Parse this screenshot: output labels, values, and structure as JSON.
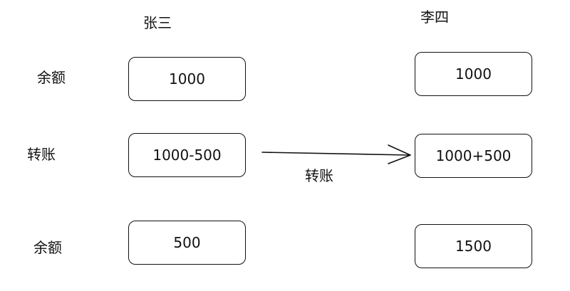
{
  "headers": {
    "left": "张三",
    "right": "李四"
  },
  "rows": {
    "balance_1": {
      "label": "余额",
      "left": "1000",
      "right": "1000"
    },
    "transfer": {
      "label": "转账",
      "left": "1000-500",
      "right": "1000+500"
    },
    "balance_2": {
      "label": "余额",
      "left": "500",
      "right": "1500"
    }
  },
  "arrow_label": "转账"
}
